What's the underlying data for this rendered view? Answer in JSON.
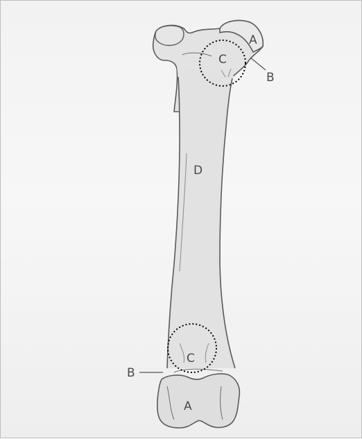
{
  "labels": {
    "top_a": "A",
    "top_b": "B",
    "top_c": "C",
    "shaft_d": "D",
    "bottom_c": "C",
    "bottom_b": "B",
    "bottom_a": "A"
  },
  "colors": {
    "bone_fill": "#e2e2e2",
    "bone_outline": "#5a5a5a",
    "background": "#f3f3f3",
    "circle": "#000000"
  }
}
